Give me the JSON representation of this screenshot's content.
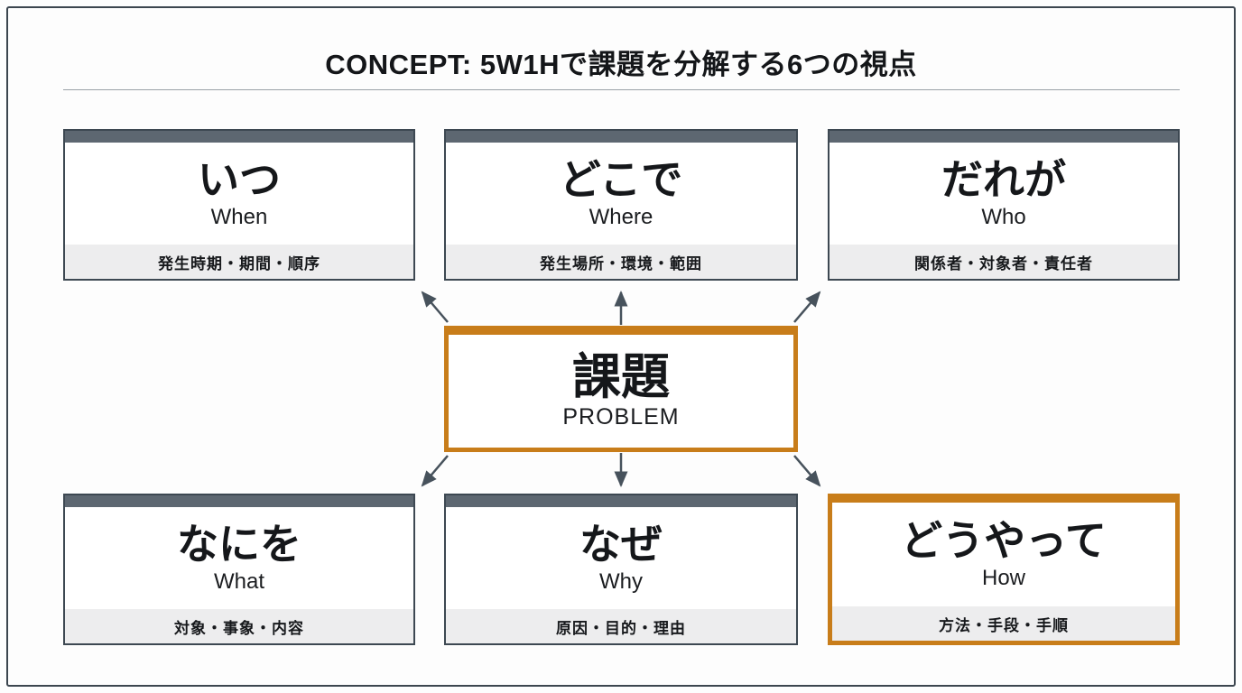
{
  "title": "CONCEPT: 5W1Hで課題を分解する6つの視点",
  "center": {
    "main": "課題",
    "sub": "PROBLEM"
  },
  "boxes": [
    {
      "id": "when",
      "main": "いつ",
      "en": "When",
      "detail": "発生時期・期間・順序",
      "highlight": false
    },
    {
      "id": "where",
      "main": "どこで",
      "en": "Where",
      "detail": "発生場所・環境・範囲",
      "highlight": false
    },
    {
      "id": "who",
      "main": "だれが",
      "en": "Who",
      "detail": "関係者・対象者・責任者",
      "highlight": false
    },
    {
      "id": "what",
      "main": "なにを",
      "en": "What",
      "detail": "対象・事象・内容",
      "highlight": false
    },
    {
      "id": "why",
      "main": "なぜ",
      "en": "Why",
      "detail": "原因・目的・理由",
      "highlight": false
    },
    {
      "id": "how",
      "main": "どうやって",
      "en": "How",
      "detail": "方法・手段・手順",
      "highlight": true
    }
  ],
  "colors": {
    "accent_orange": "#c87d1a",
    "header_slate": "#5d6771",
    "box_border": "#3d4852",
    "arrow": "#47525c",
    "footer_bg": "#ededee",
    "text": "#15171a"
  }
}
